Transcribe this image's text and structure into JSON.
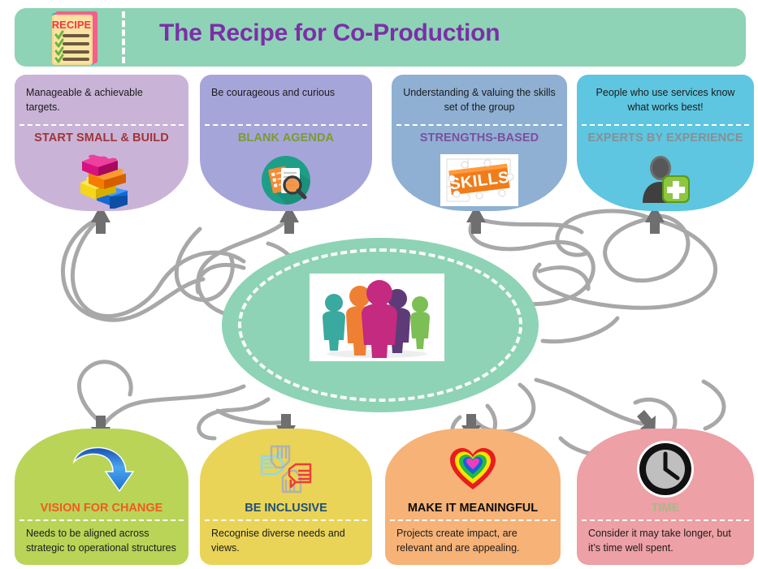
{
  "header": {
    "title": "The Recipe for Co-Production",
    "icon": "recipe-card-icon",
    "icon_label": "RECIPE",
    "bg_color": "#8ed3b5",
    "title_color": "#7b2fa8"
  },
  "center": {
    "icon": "group-of-people-icon",
    "ellipse_color": "#8ed3b5",
    "dash_color": "#ffffff"
  },
  "top_cards": [
    {
      "caption": "START SMALL & BUILD",
      "blurb": "Manageable & achievable targets.",
      "icon": "lego-bricks-icon",
      "bg_color": "#c9b4d7",
      "caption_color": "#a03437",
      "text_align": "left"
    },
    {
      "caption": "BLANK AGENDA",
      "blurb": "Be courageous and curious",
      "icon": "documents-magnifier-icon",
      "bg_color": "#a6a5da",
      "caption_color": "#7a9c2e",
      "text_align": "left"
    },
    {
      "caption": "STRENGTHS-BASED",
      "blurb": "Understanding & valuing the skills set of the group",
      "icon": "skills-puzzle-icon",
      "bg_color": "#8fb0d3",
      "caption_color": "#7b4fa0",
      "text_align": "center"
    },
    {
      "caption": "EXPERTS BY EXPERIENCE",
      "blurb": "People who use services know what works best!",
      "icon": "person-plus-icon",
      "bg_color": "#5ec6e0",
      "caption_color": "#8a8f93",
      "text_align": "center"
    }
  ],
  "bottom_cards": [
    {
      "caption": "VISION FOR CHANGE",
      "blurb": "Needs to be aligned across strategic to operational structures",
      "icon": "curved-down-arrow-icon",
      "bg_color": "#bad457",
      "caption_color": "#f15a22"
    },
    {
      "caption": "BE INCLUSIVE",
      "blurb": "Recognise diverse needs and views.",
      "icon": "four-hands-thumbs-icon",
      "bg_color": "#e9d457",
      "caption_color": "#1f4e79"
    },
    {
      "caption": "MAKE IT MEANINGFUL",
      "blurb": "Projects create impact, are relevant and are appealing.",
      "icon": "rainbow-heart-icon",
      "bg_color": "#f6b277",
      "caption_color": "#0d0d0d"
    },
    {
      "caption": "TIME",
      "blurb": "Consider it may take longer, but it’s time well spent.",
      "icon": "clock-icon",
      "bg_color": "#eda0a5",
      "caption_color": "#a8b88a"
    }
  ],
  "connectors": {
    "line_color": "#a8a8a8",
    "arrow_color": "#6f6f6f"
  }
}
